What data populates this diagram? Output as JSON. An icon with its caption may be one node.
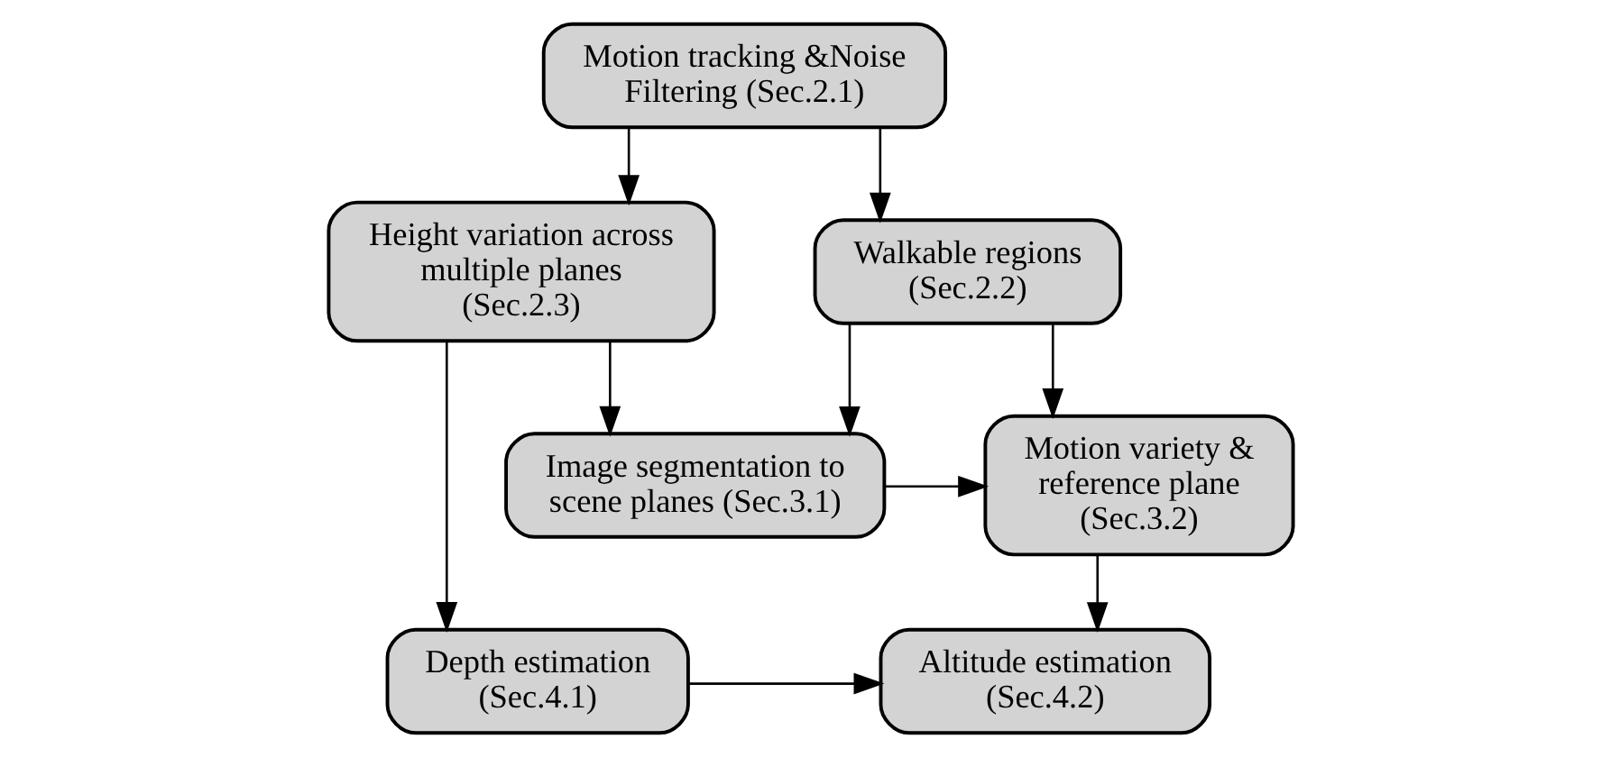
{
  "diagram": {
    "nodes": [
      {
        "text": [
          "Motion tracking &Noise Filtering (Sec.2.1)"
        ]
      },
      {
        "text": [
          "Walkable regions (Sec.2.2)"
        ]
      },
      {
        "text": [
          "Height variation across multiple planes (Sec.2.3)"
        ]
      },
      {
        "text": [
          "Motion variety & reference plane (Sec.3.2)"
        ]
      },
      {
        "text": [
          "Image segmentation to scene planes (Sec.3.1)"
        ]
      },
      {
        "text": [
          "Altitude estimation (Sec.4.2)"
        ]
      },
      {
        "text": [
          "Depth estimation (Sec.4.1)"
        ]
      }
    ],
    "edges": [
      {
        "from": 0,
        "to": 1,
        "arrow": "to"
      },
      {
        "from": 0,
        "to": 2,
        "arrow": "to"
      },
      {
        "from": 1,
        "to": 3,
        "arrow": "to"
      },
      {
        "from": 1,
        "to": 4,
        "arrow": "to"
      },
      {
        "from": 2,
        "to": 4,
        "arrow": "to"
      },
      {
        "from": 4,
        "to": 3,
        "arrow": "to"
      },
      {
        "from": 3,
        "to": 5,
        "arrow": "to"
      },
      {
        "from": 2,
        "to": 6,
        "arrow": "to"
      },
      {
        "from": 6,
        "to": 5,
        "arrow": "to"
      }
    ]
  }
}
